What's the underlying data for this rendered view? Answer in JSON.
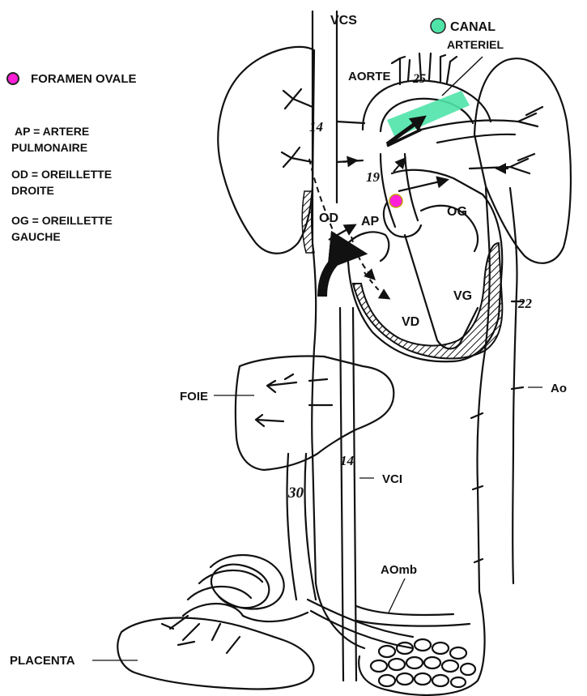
{
  "legend": {
    "foramen": {
      "label": "FORAMEN OVALE",
      "color": "#ff1fd8"
    },
    "canal_line1": "CANAL",
    "canal_line2": "ARTERIEL",
    "canal_color": "#4fe3a8",
    "ap_line1": "AP = ARTERE",
    "ap_line2": "PULMONAIRE",
    "od_line1": "OD = OREILLETTE",
    "od_line2": "DROITE",
    "og_line1": "OG = OREILLETTE",
    "og_line2": "GAUCHE"
  },
  "labels": {
    "vcs": "VCS",
    "aorte": "AORTE",
    "od": "OD",
    "ap": "AP",
    "og": "OG",
    "vg": "VG",
    "vd": "VD",
    "foie": "FOIE",
    "ao": "Ao",
    "vci": "VCI",
    "aomb": "AOmb",
    "placenta": "PLACENTA"
  },
  "values": {
    "v25": "25",
    "v14_top": "14",
    "v19": "19",
    "v22": "22",
    "v30": "30",
    "v14_bottom": "14"
  }
}
